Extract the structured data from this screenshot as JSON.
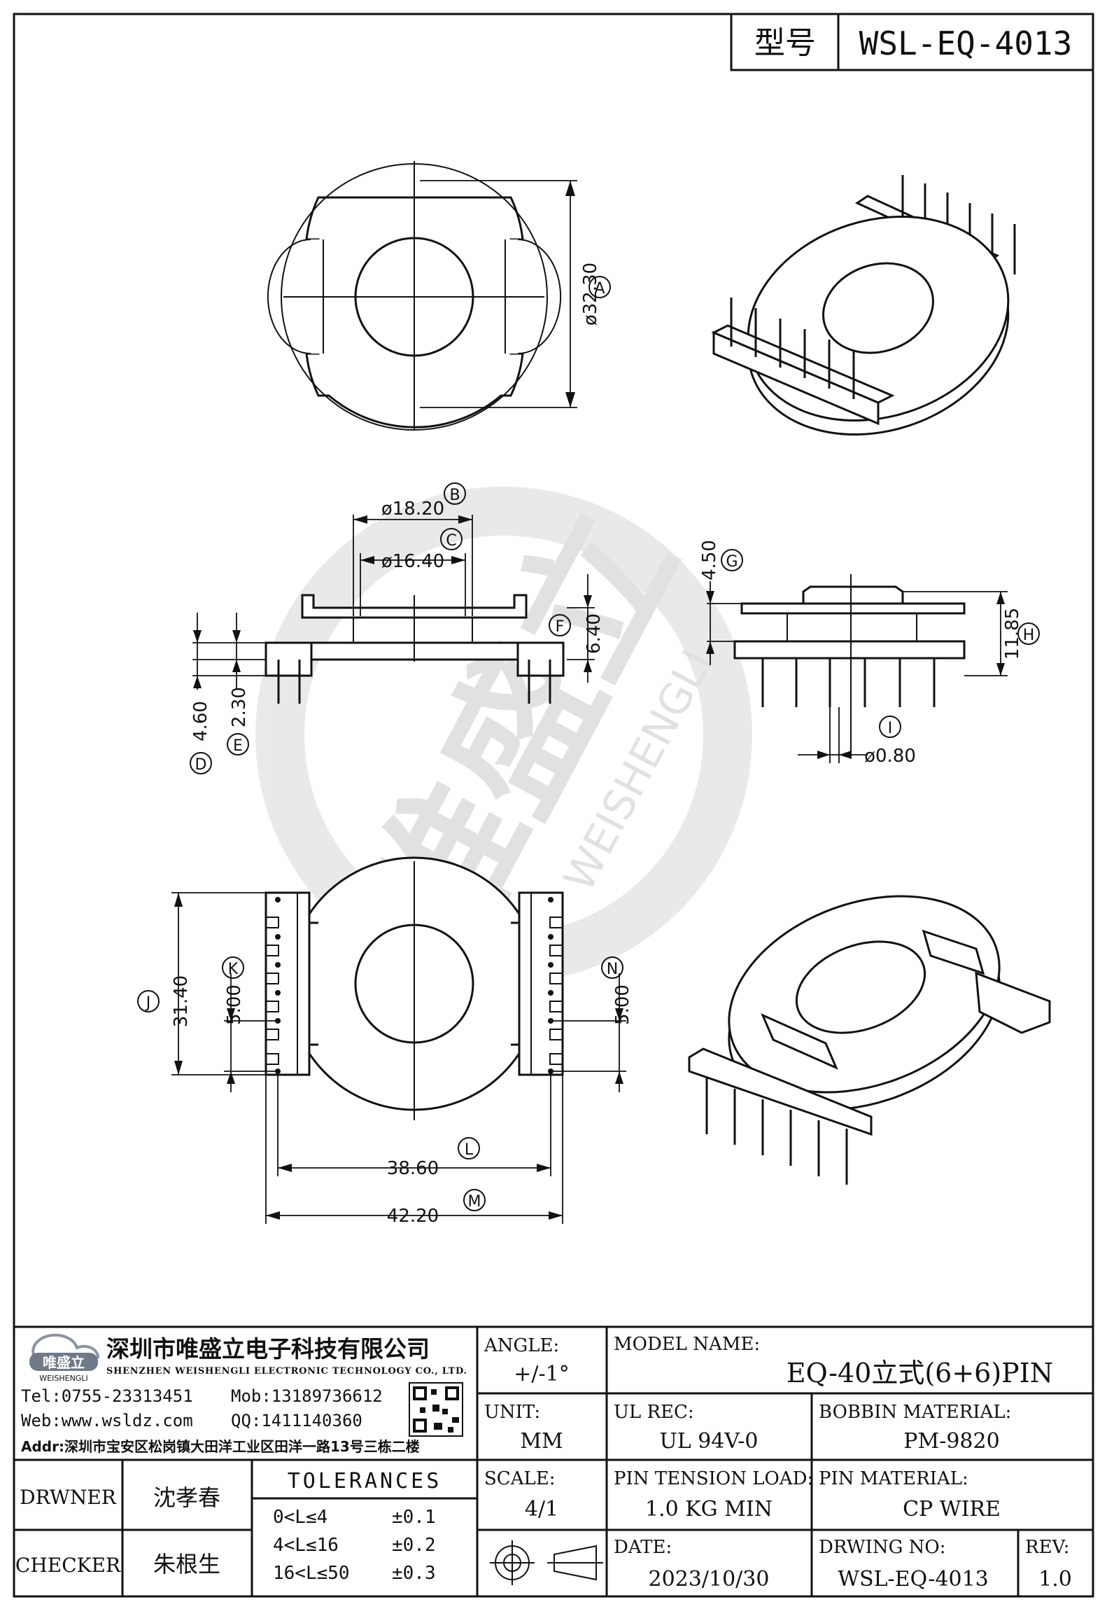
{
  "header": {
    "model_label": "型号",
    "model_value": "WSL-EQ-4013"
  },
  "dimensions": {
    "A": {
      "letter": "A",
      "value": "ø32.30"
    },
    "B": {
      "letter": "B",
      "value": "ø18.20"
    },
    "C": {
      "letter": "C",
      "value": "ø16.40"
    },
    "D": {
      "letter": "D",
      "value": "4.60"
    },
    "E": {
      "letter": "E",
      "value": "2.30"
    },
    "F": {
      "letter": "F",
      "value": "6.40"
    },
    "G": {
      "letter": "G",
      "value": "4.50"
    },
    "H": {
      "letter": "H",
      "value": "11.85"
    },
    "I": {
      "letter": "I",
      "value": "ø0.80"
    },
    "J": {
      "letter": "J",
      "value": "31.40"
    },
    "K": {
      "letter": "K",
      "value": "5.00"
    },
    "L": {
      "letter": "L",
      "value": "38.60"
    },
    "M": {
      "letter": "M",
      "value": "42.20"
    },
    "N": {
      "letter": "N",
      "value": "5.00"
    }
  },
  "watermark": {
    "brand": "唯盛立",
    "sub": "WEISHENGLI"
  },
  "company": {
    "logo_text": "唯盛立",
    "logo_sub": "WEISHENGLI",
    "name_cn": "深圳市唯盛立电子科技有限公司",
    "name_en": "SHENZHEN WEISHENGLI ELECTRONIC TECHNOLOGY CO., LTD.",
    "tel": "Tel:0755-23313451",
    "mob": "Mob:13189736612",
    "web": "Web:www.wsldz.com",
    "qq": "QQ:1411140360",
    "addr": "Addr:深圳市宝安区松岗镇大田洋工业区田洋一路13号三栋二楼"
  },
  "people": {
    "drawer_label": "DRWNER",
    "drawer_name": "沈孝春",
    "checker_label": "CHECKER",
    "checker_name": "朱根生"
  },
  "tolerances": {
    "title": "TOLERANCES",
    "rows": [
      {
        "range": "0<L≤4",
        "tol": "±0.1"
      },
      {
        "range": "4<L≤16",
        "tol": "±0.2"
      },
      {
        "range": "16<L≤50",
        "tol": "±0.3"
      }
    ]
  },
  "spec": {
    "angle_label": "ANGLE:",
    "angle_value": "+/-1°",
    "unit_label": "UNIT:",
    "unit_value": "MM",
    "scale_label": "SCALE:",
    "scale_value": "4/1",
    "model_name_label": "MODEL NAME:",
    "model_name_value": "EQ-40立式(6+6)PIN",
    "ul_label": "UL REC:",
    "ul_value": "UL 94V-0",
    "bobbin_label": "BOBBIN MATERIAL:",
    "bobbin_value": "PM-9820",
    "tension_label": "PIN TENSION LOAD:",
    "tension_value": "1.0 KG MIN",
    "pin_label": "PIN MATERIAL:",
    "pin_value": "CP WIRE",
    "date_label": "DATE:",
    "date_value": "2023/10/30",
    "drwno_label": "DRWING NO:",
    "drwno_value": "WSL-EQ-4013",
    "rev_label": "REV:",
    "rev_value": "1.0"
  }
}
